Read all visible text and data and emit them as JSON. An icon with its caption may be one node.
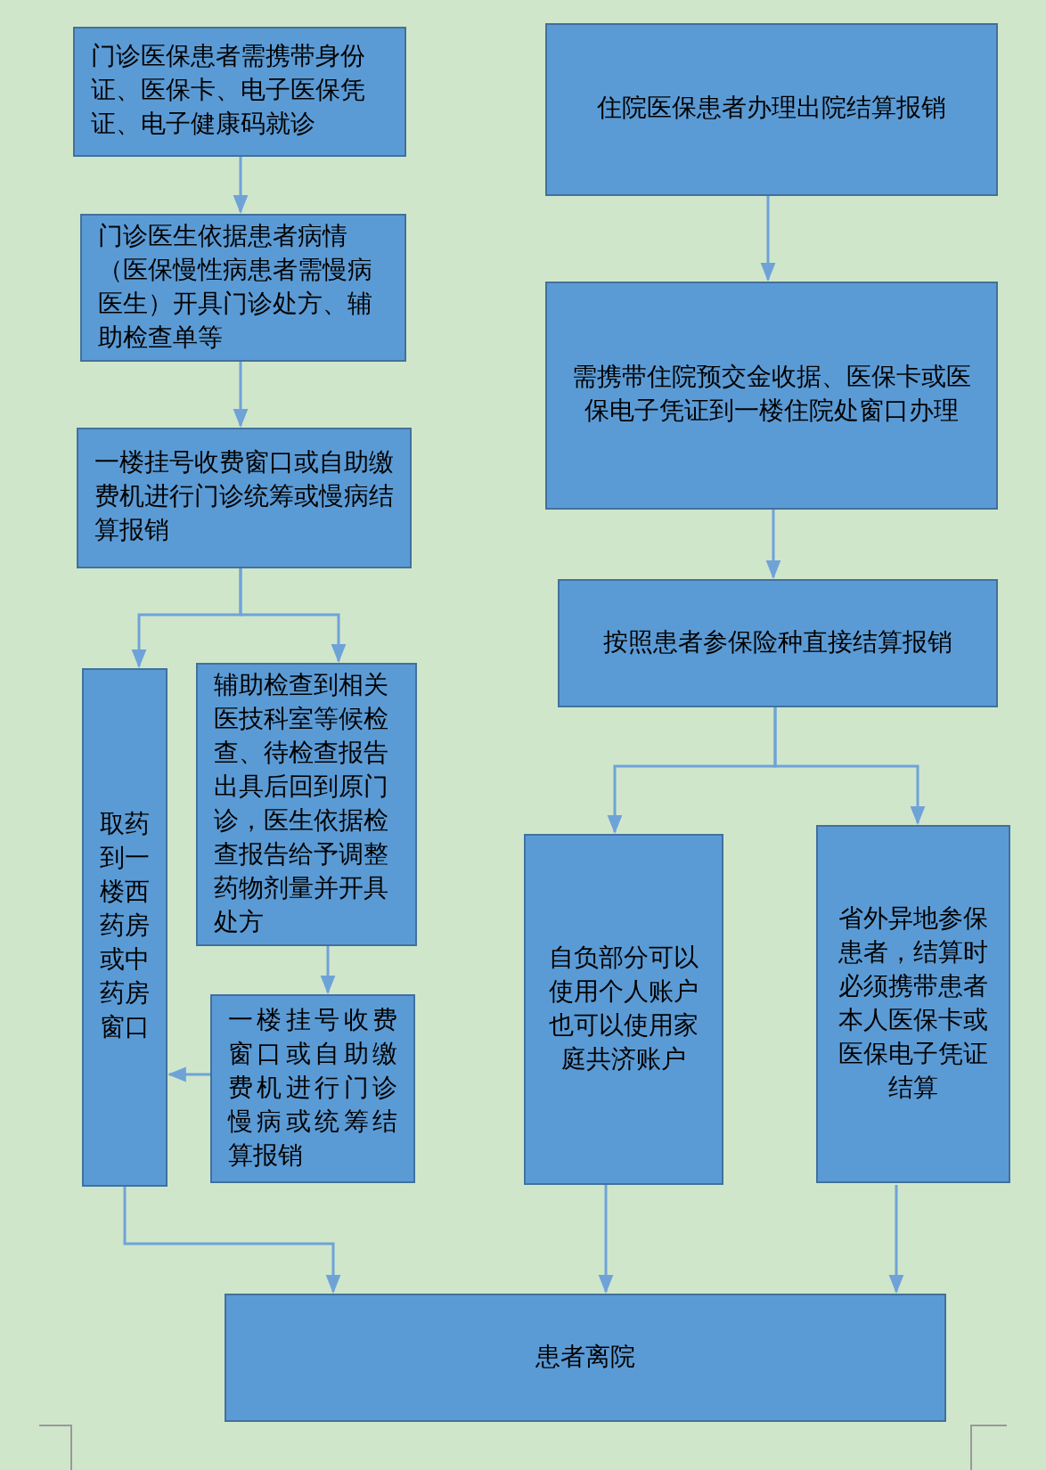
{
  "diagram": {
    "nodes": [
      {
        "text": [
          "门诊医保患者需携带身份证、医保卡、电子医保凭证、电子健康码就诊"
        ]
      },
      {
        "text": [
          "门诊医生依据患者病情（医保慢性病患者需慢病医生）开具门诊处方、辅助检查单等"
        ]
      },
      {
        "text": [
          "一楼挂号收费窗口或自助缴费机进行门诊统筹或慢病结算报销"
        ]
      },
      {
        "text": [
          "取药到一楼西药房或中药房窗口"
        ]
      },
      {
        "text": [
          "辅助检查到相关医技科室等候检查、待检查报告出具后回到原门诊，医生依据检查报告给予调整药物剂量并开具处方"
        ]
      },
      {
        "text": [
          "一楼挂号收费窗口或自助缴费机进行门诊慢病或统筹结算报销"
        ]
      },
      {
        "text": [
          "住院医保患者办理出院结算报销"
        ]
      },
      {
        "text": [
          "需携带住院预交金收据、医保卡或医保电子凭证到一楼住院处窗口办理"
        ]
      },
      {
        "text": [
          "按照患者参保险种直接结算报销"
        ]
      },
      {
        "text": [
          "自负部分可以使用个人账户也可以使用家庭共济账户"
        ]
      },
      {
        "text": [
          "省外异地参保患者，结算时必须携带患者本人医保卡或医保电子凭证结算"
        ]
      },
      {
        "text": [
          "患者离院"
        ]
      }
    ],
    "edges": [
      {
        "from": 0,
        "to": 1,
        "arrow": "to"
      },
      {
        "from": 1,
        "to": 2,
        "arrow": "to"
      },
      {
        "from": 2,
        "to": 3,
        "arrow": "to"
      },
      {
        "from": 2,
        "to": 4,
        "arrow": "to"
      },
      {
        "from": 4,
        "to": 5,
        "arrow": "to"
      },
      {
        "from": 5,
        "to": 3,
        "arrow": "to"
      },
      {
        "from": 3,
        "to": 11,
        "arrow": "to"
      },
      {
        "from": 6,
        "to": 7,
        "arrow": "to"
      },
      {
        "from": 7,
        "to": 8,
        "arrow": "to"
      },
      {
        "from": 8,
        "to": 9,
        "arrow": "to"
      },
      {
        "from": 8,
        "to": 10,
        "arrow": "to"
      },
      {
        "from": 9,
        "to": 11,
        "arrow": "to"
      },
      {
        "from": 10,
        "to": 11,
        "arrow": "to"
      }
    ]
  }
}
